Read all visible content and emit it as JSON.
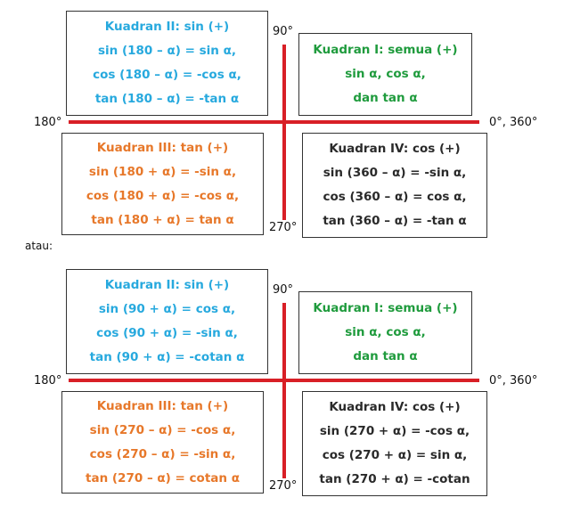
{
  "colors": {
    "axis": "#d81f26",
    "quadrant_1": "#1f9b3d",
    "quadrant_2": "#27a9de",
    "quadrant_3": "#e7782a",
    "quadrant_4": "#2a2a2a"
  },
  "separator": "atau:",
  "diagrams": [
    {
      "angles": {
        "top": "90°",
        "left": "180°",
        "right": "0°, 360°",
        "bottom": "270°"
      },
      "q2": [
        "Kuadran II: sin (+)",
        "sin (180 – α) = sin α,",
        "cos (180 – α) = -cos α,",
        "tan (180 – α) = -tan α"
      ],
      "q1": [
        "Kuadran I: semua (+)",
        "sin α, cos α,",
        "dan tan α"
      ],
      "q3": [
        "Kuadran III: tan (+)",
        "sin (180 + α) = -sin α,",
        "cos (180 + α) = -cos α,",
        "tan (180 + α) = tan α"
      ],
      "q4": [
        "Kuadran IV: cos (+)",
        "sin (360 – α) = -sin α,",
        "cos (360 – α) = cos α,",
        "tan (360 – α) = -tan α"
      ]
    },
    {
      "angles": {
        "top": "90°",
        "left": "180°",
        "right": "0°, 360°",
        "bottom": "270°"
      },
      "q2": [
        "Kuadran II: sin (+)",
        "sin (90 + α) = cos α,",
        "cos (90 + α) = -sin α,",
        "tan (90 + α) = -cotan α"
      ],
      "q1": [
        "Kuadran I: semua (+)",
        "sin α, cos α,",
        "dan tan α"
      ],
      "q3": [
        "Kuadran III: tan (+)",
        "sin (270 – α) = -cos α,",
        "cos (270 – α) = -sin α,",
        "tan (270 – α) = cotan α"
      ],
      "q4": [
        "Kuadran IV: cos (+)",
        "sin (270 + α) = -cos α,",
        "cos (270 + α) = sin α,",
        "tan (270 + α) = -cotan"
      ]
    }
  ]
}
